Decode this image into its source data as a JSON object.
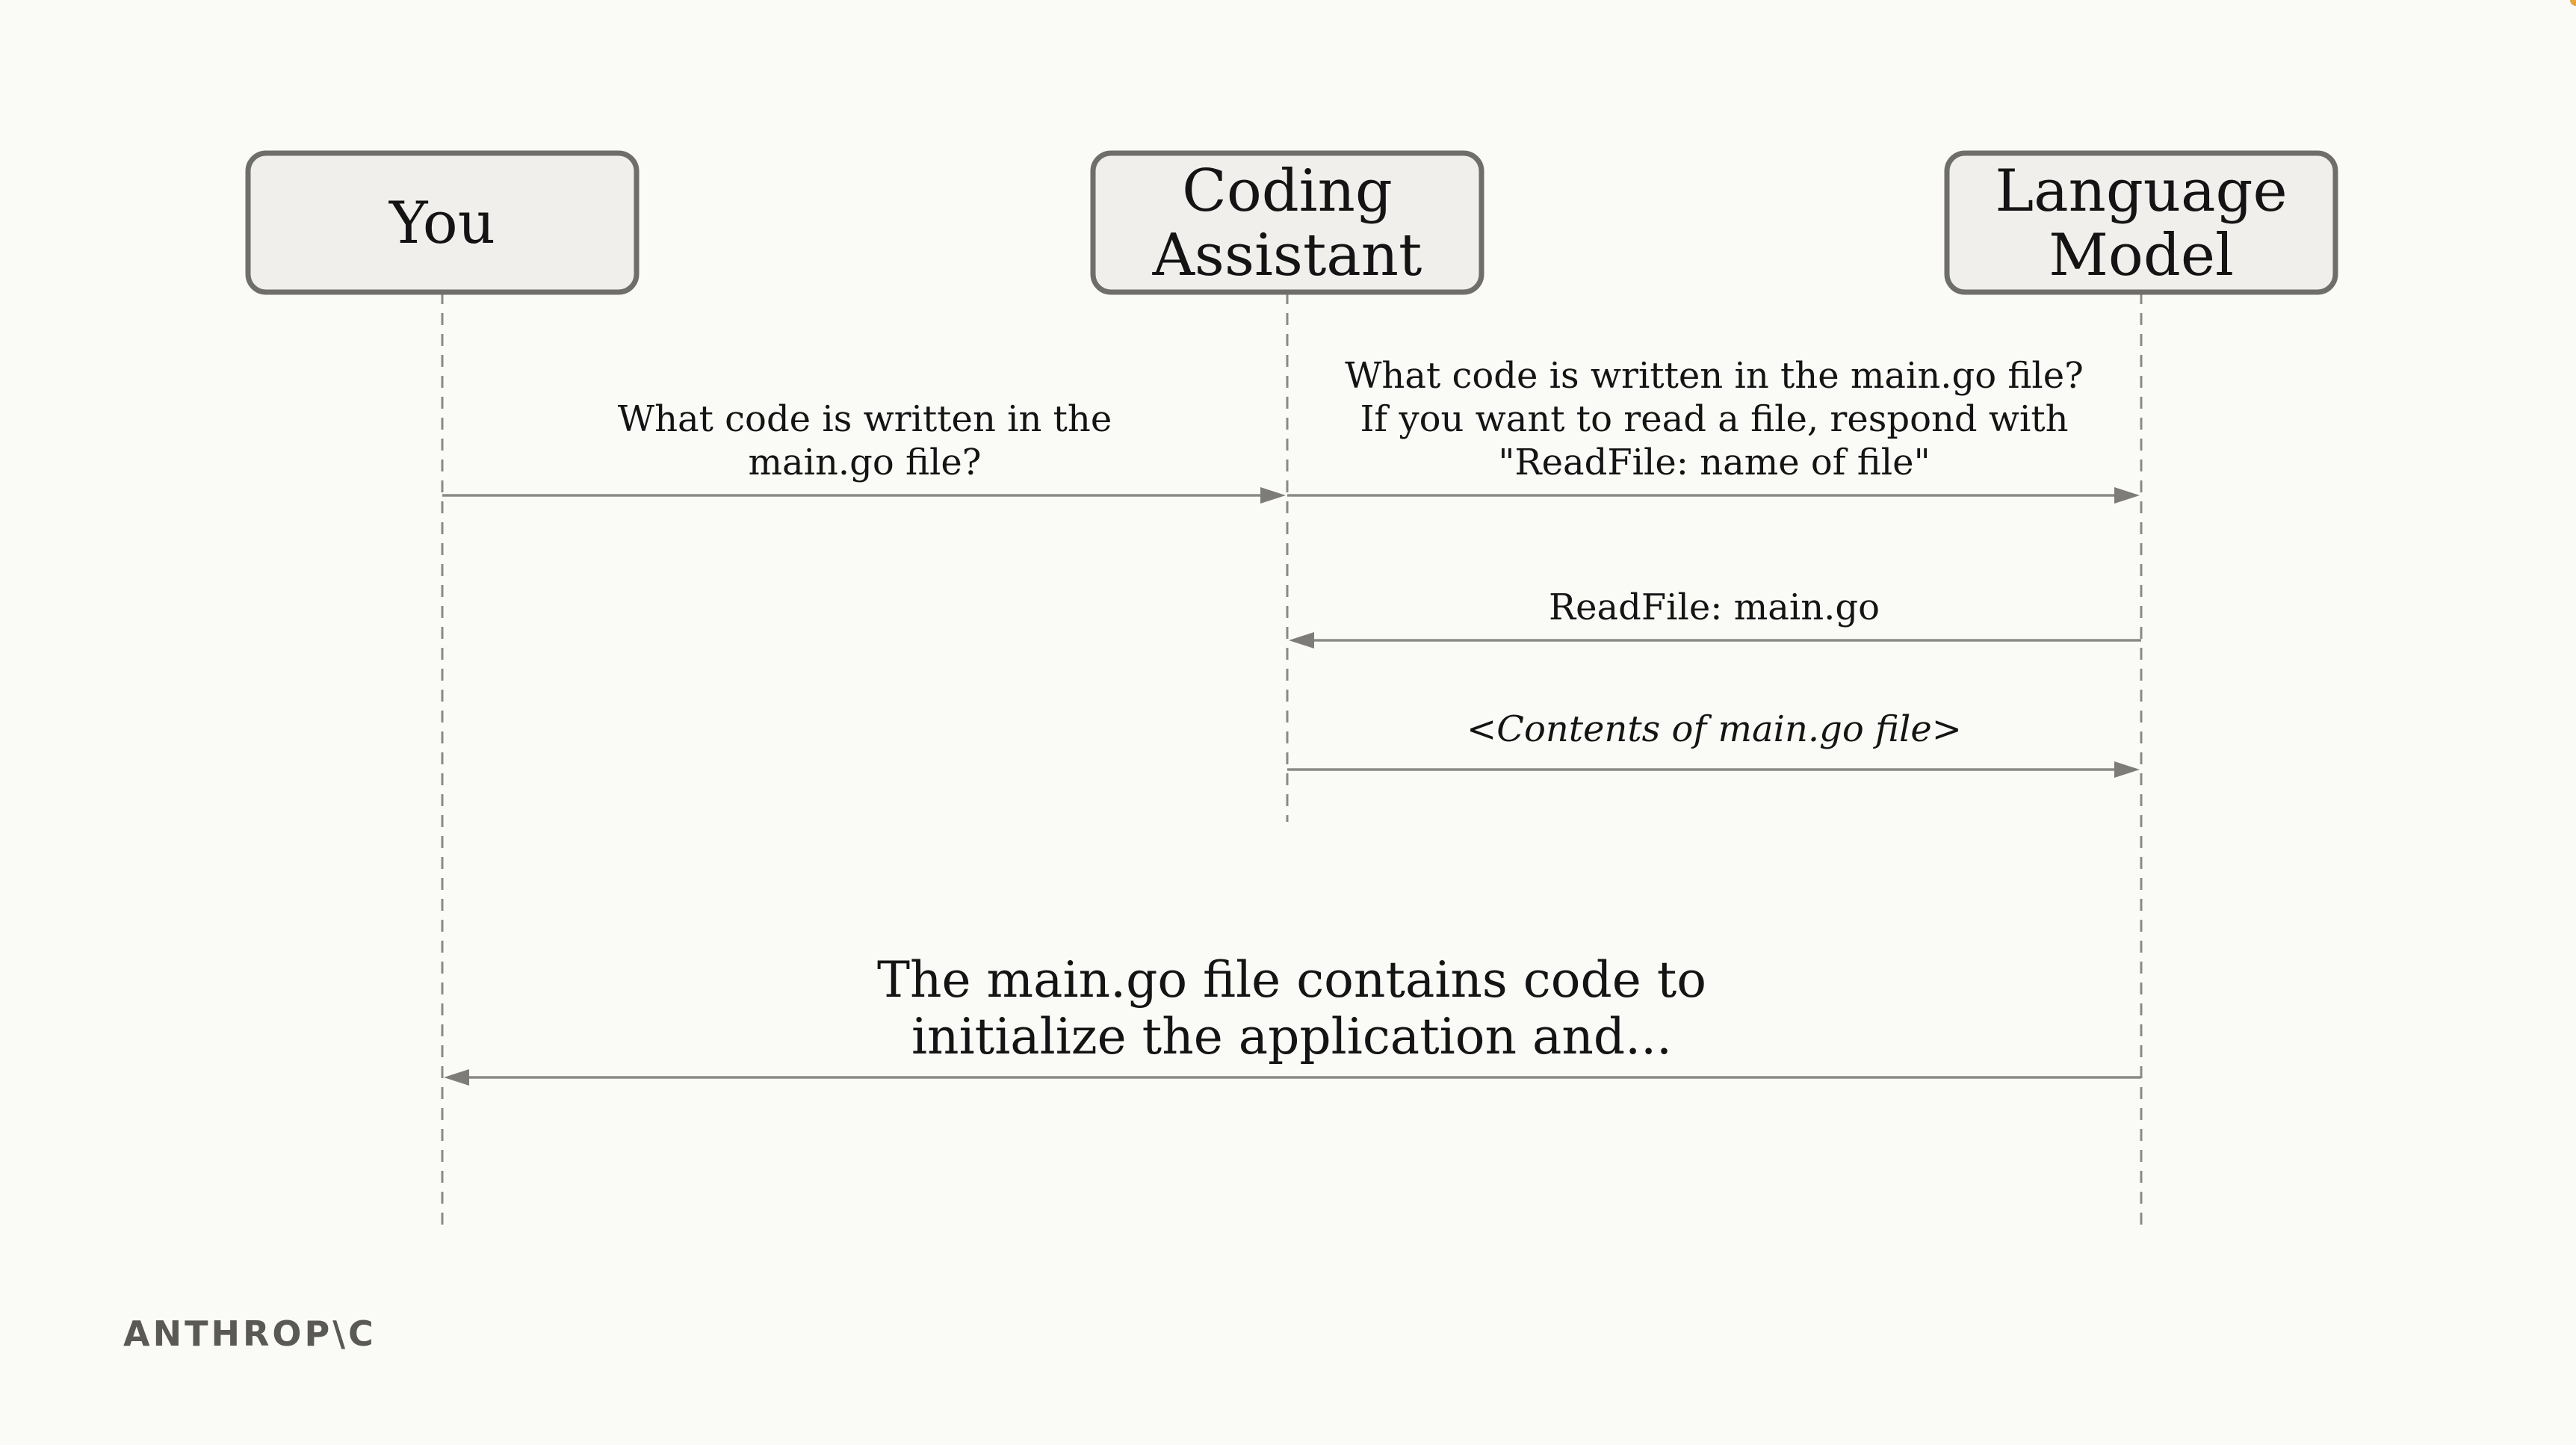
{
  "actors": [
    {
      "id": "you",
      "lines": [
        "You"
      ]
    },
    {
      "id": "assistant",
      "lines": [
        "Coding",
        "Assistant"
      ]
    },
    {
      "id": "model",
      "lines": [
        "Language",
        "Model"
      ]
    }
  ],
  "messages": [
    {
      "from": "you",
      "to": "assistant",
      "lines": [
        "What code is written in the",
        "main.go file?"
      ],
      "style": "normal"
    },
    {
      "from": "assistant",
      "to": "model",
      "lines": [
        "What code is written in the main.go file?",
        "If you want to read a file, respond with",
        "\"ReadFile: name of file\""
      ],
      "style": "normal"
    },
    {
      "from": "model",
      "to": "assistant",
      "lines": [
        "ReadFile: main.go"
      ],
      "style": "normal"
    },
    {
      "from": "assistant",
      "to": "model",
      "lines": [
        "<Contents of main.go file>"
      ],
      "style": "italic"
    },
    {
      "from": "model",
      "to": "you",
      "lines": [
        "The main.go file contains code to",
        "initialize the application and..."
      ],
      "style": "large"
    }
  ],
  "logo": "ANTHROP\\C"
}
